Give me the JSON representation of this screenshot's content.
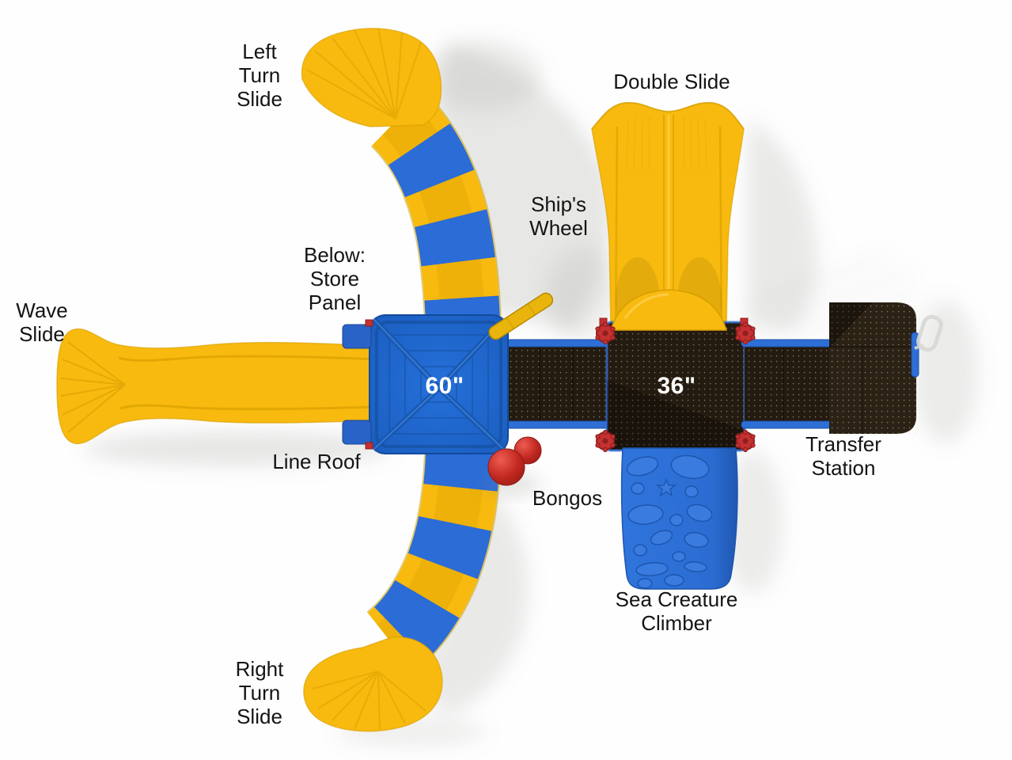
{
  "scene": {
    "description": "Top view of a children's playground play structure with labeled components",
    "background": "#ffffff"
  },
  "labels": {
    "left_turn_slide": "Left\nTurn\nSlide",
    "double_slide": "Double Slide",
    "ships_wheel": "Ship's\nWheel",
    "store_panel": "Below:\nStore\nPanel",
    "wave_slide": "Wave\nSlide",
    "line_roof": "Line Roof",
    "bongos": "Bongos",
    "transfer_station": "Transfer\nStation",
    "sea_creature_climber": "Sea Creature\nClimber",
    "right_turn_slide": "Right\nTurn\nSlide"
  },
  "measurements": {
    "roof_size": "60\"",
    "deck_height": "36\""
  },
  "colors": {
    "slide_yellow": "#f8ba0e",
    "yellow_crease": "#d79e00",
    "band_blue": "#2b6cd6",
    "roof_blue": "#1d66cc",
    "rail_blue": "#2e6fd6",
    "climber_blue": "#2e72d8",
    "deck_dark": "#241b10",
    "red": "#c53030",
    "label_text": "#141414",
    "measure_text": "#ffffff"
  }
}
